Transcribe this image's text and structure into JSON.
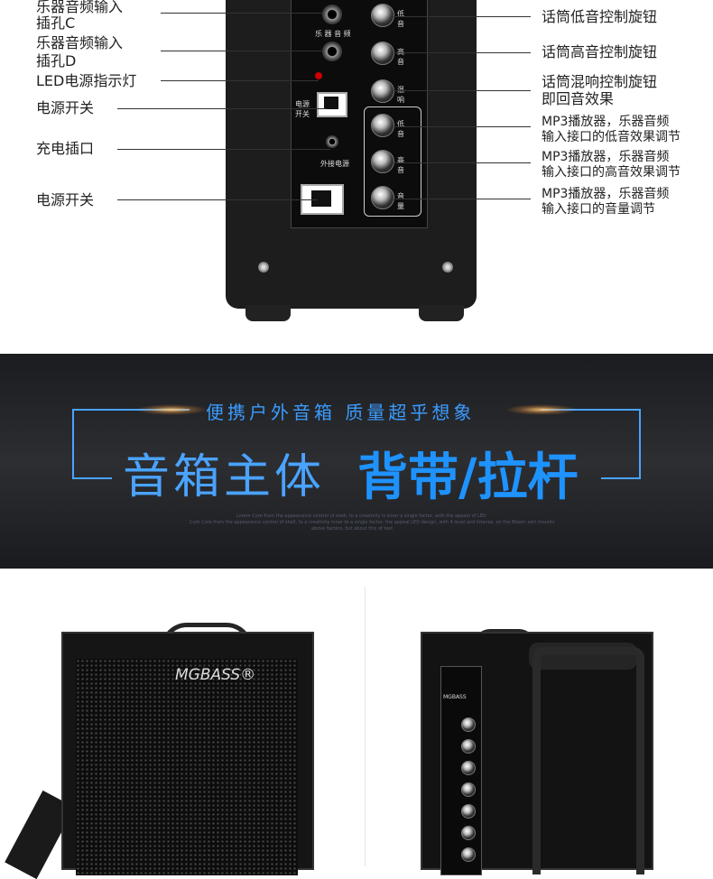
{
  "panel_labels_left": [
    "乐器音频输入",
    "插孔C",
    "乐器音频输入",
    "插孔D",
    "LED电源指示灯",
    "电源开关",
    "充电插口",
    "电源开关"
  ],
  "panel_labels_right": [
    "话筒低音控制旋钮",
    "话筒高音控制旋钮",
    "话筒混响控制旋钮",
    "即回音效果",
    "MP3播放器，乐器音频",
    "输入接口的低音效果调节",
    "MP3播放器，乐器音频",
    "输入接口的高音效果调节",
    "MP3播放器，乐器音频",
    "输入接口的音量调节"
  ],
  "panel_text": {
    "instrument_audio": "乐 器 音 频",
    "power_switch": "电源开关",
    "external_power": "外接电源",
    "bass": "低音",
    "treble": "高音",
    "reverb": "混响",
    "volume": "音量"
  },
  "banner": {
    "subtitle": "便携户外音箱 质量超乎想象",
    "title_main": "音箱主体",
    "title_highlight": "背带/拉杆",
    "fine_print_1": "Lorem Core from the appearance control of shell, to a creativity is inner a single factor, with the appeal of LED",
    "fine_print_2": "Cum Core from the appearance control of shell, to a creativity inner to a single factor, the appeal LED design, with 4 level and intense, on the Bloom sort mounts",
    "fine_print_3": "above factors, but about this of text"
  },
  "product": {
    "brand": "MGBASS®",
    "rear_brand": "MGBASS"
  },
  "colors": {
    "accent_blue": "#1e93ff",
    "banner_bg": "#2c2e32"
  }
}
